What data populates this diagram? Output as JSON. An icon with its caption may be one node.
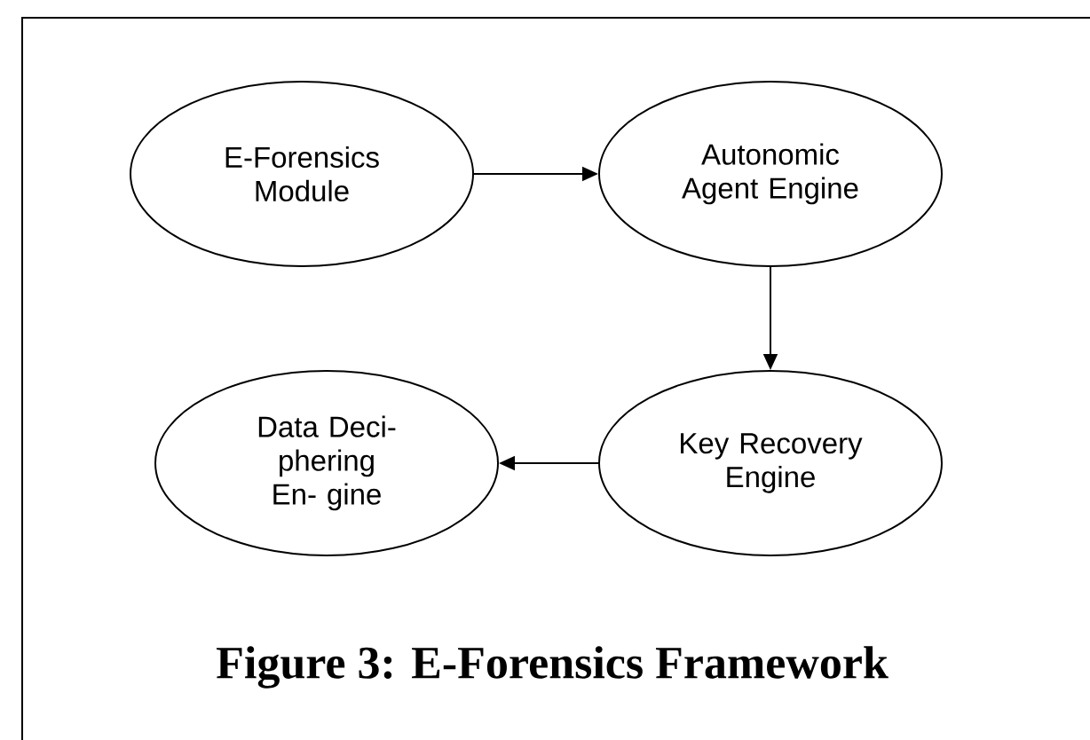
{
  "diagram": {
    "caption": "Figure 3: E-Forensics Framework",
    "nodes": [
      {
        "text": [
          "E-Forensics Module"
        ]
      },
      {
        "text": [
          "Autonomic Agent Engine"
        ]
      },
      {
        "text": [
          "Key Recovery Engine"
        ]
      },
      {
        "text": [
          "Data Deci- phering En- gine"
        ]
      }
    ],
    "edges": [
      {
        "from": 0,
        "to": 1,
        "arrow": "to"
      },
      {
        "from": 1,
        "to": 2,
        "arrow": "to"
      },
      {
        "from": 2,
        "to": 3,
        "arrow": "to"
      }
    ]
  }
}
